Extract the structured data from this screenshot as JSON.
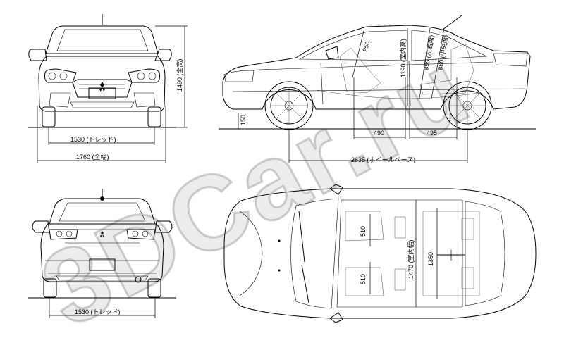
{
  "watermark": "3DCar.ru",
  "dimensions": {
    "front_tread": "1530 (トレッド)",
    "overall_width": "1760 (全幅)",
    "overall_height": "1490 (全高)",
    "ground_clearance": "150",
    "wheelbase": "2635 (ホイールベース)",
    "front_seat_to_pillar": "490",
    "rear_seat_span": "495",
    "interior_height_front": "950",
    "interior_height_note": "1190 (室内高)",
    "seat_row_1": "895 (左右席)",
    "seat_row_2": "860 (中央席)",
    "rear_tread": "1530 (トレッド)",
    "seat_width_front": "510",
    "seat_width_rear": "510",
    "interior_width": "1470 (室内幅)",
    "rear_seat_width": "1350"
  }
}
